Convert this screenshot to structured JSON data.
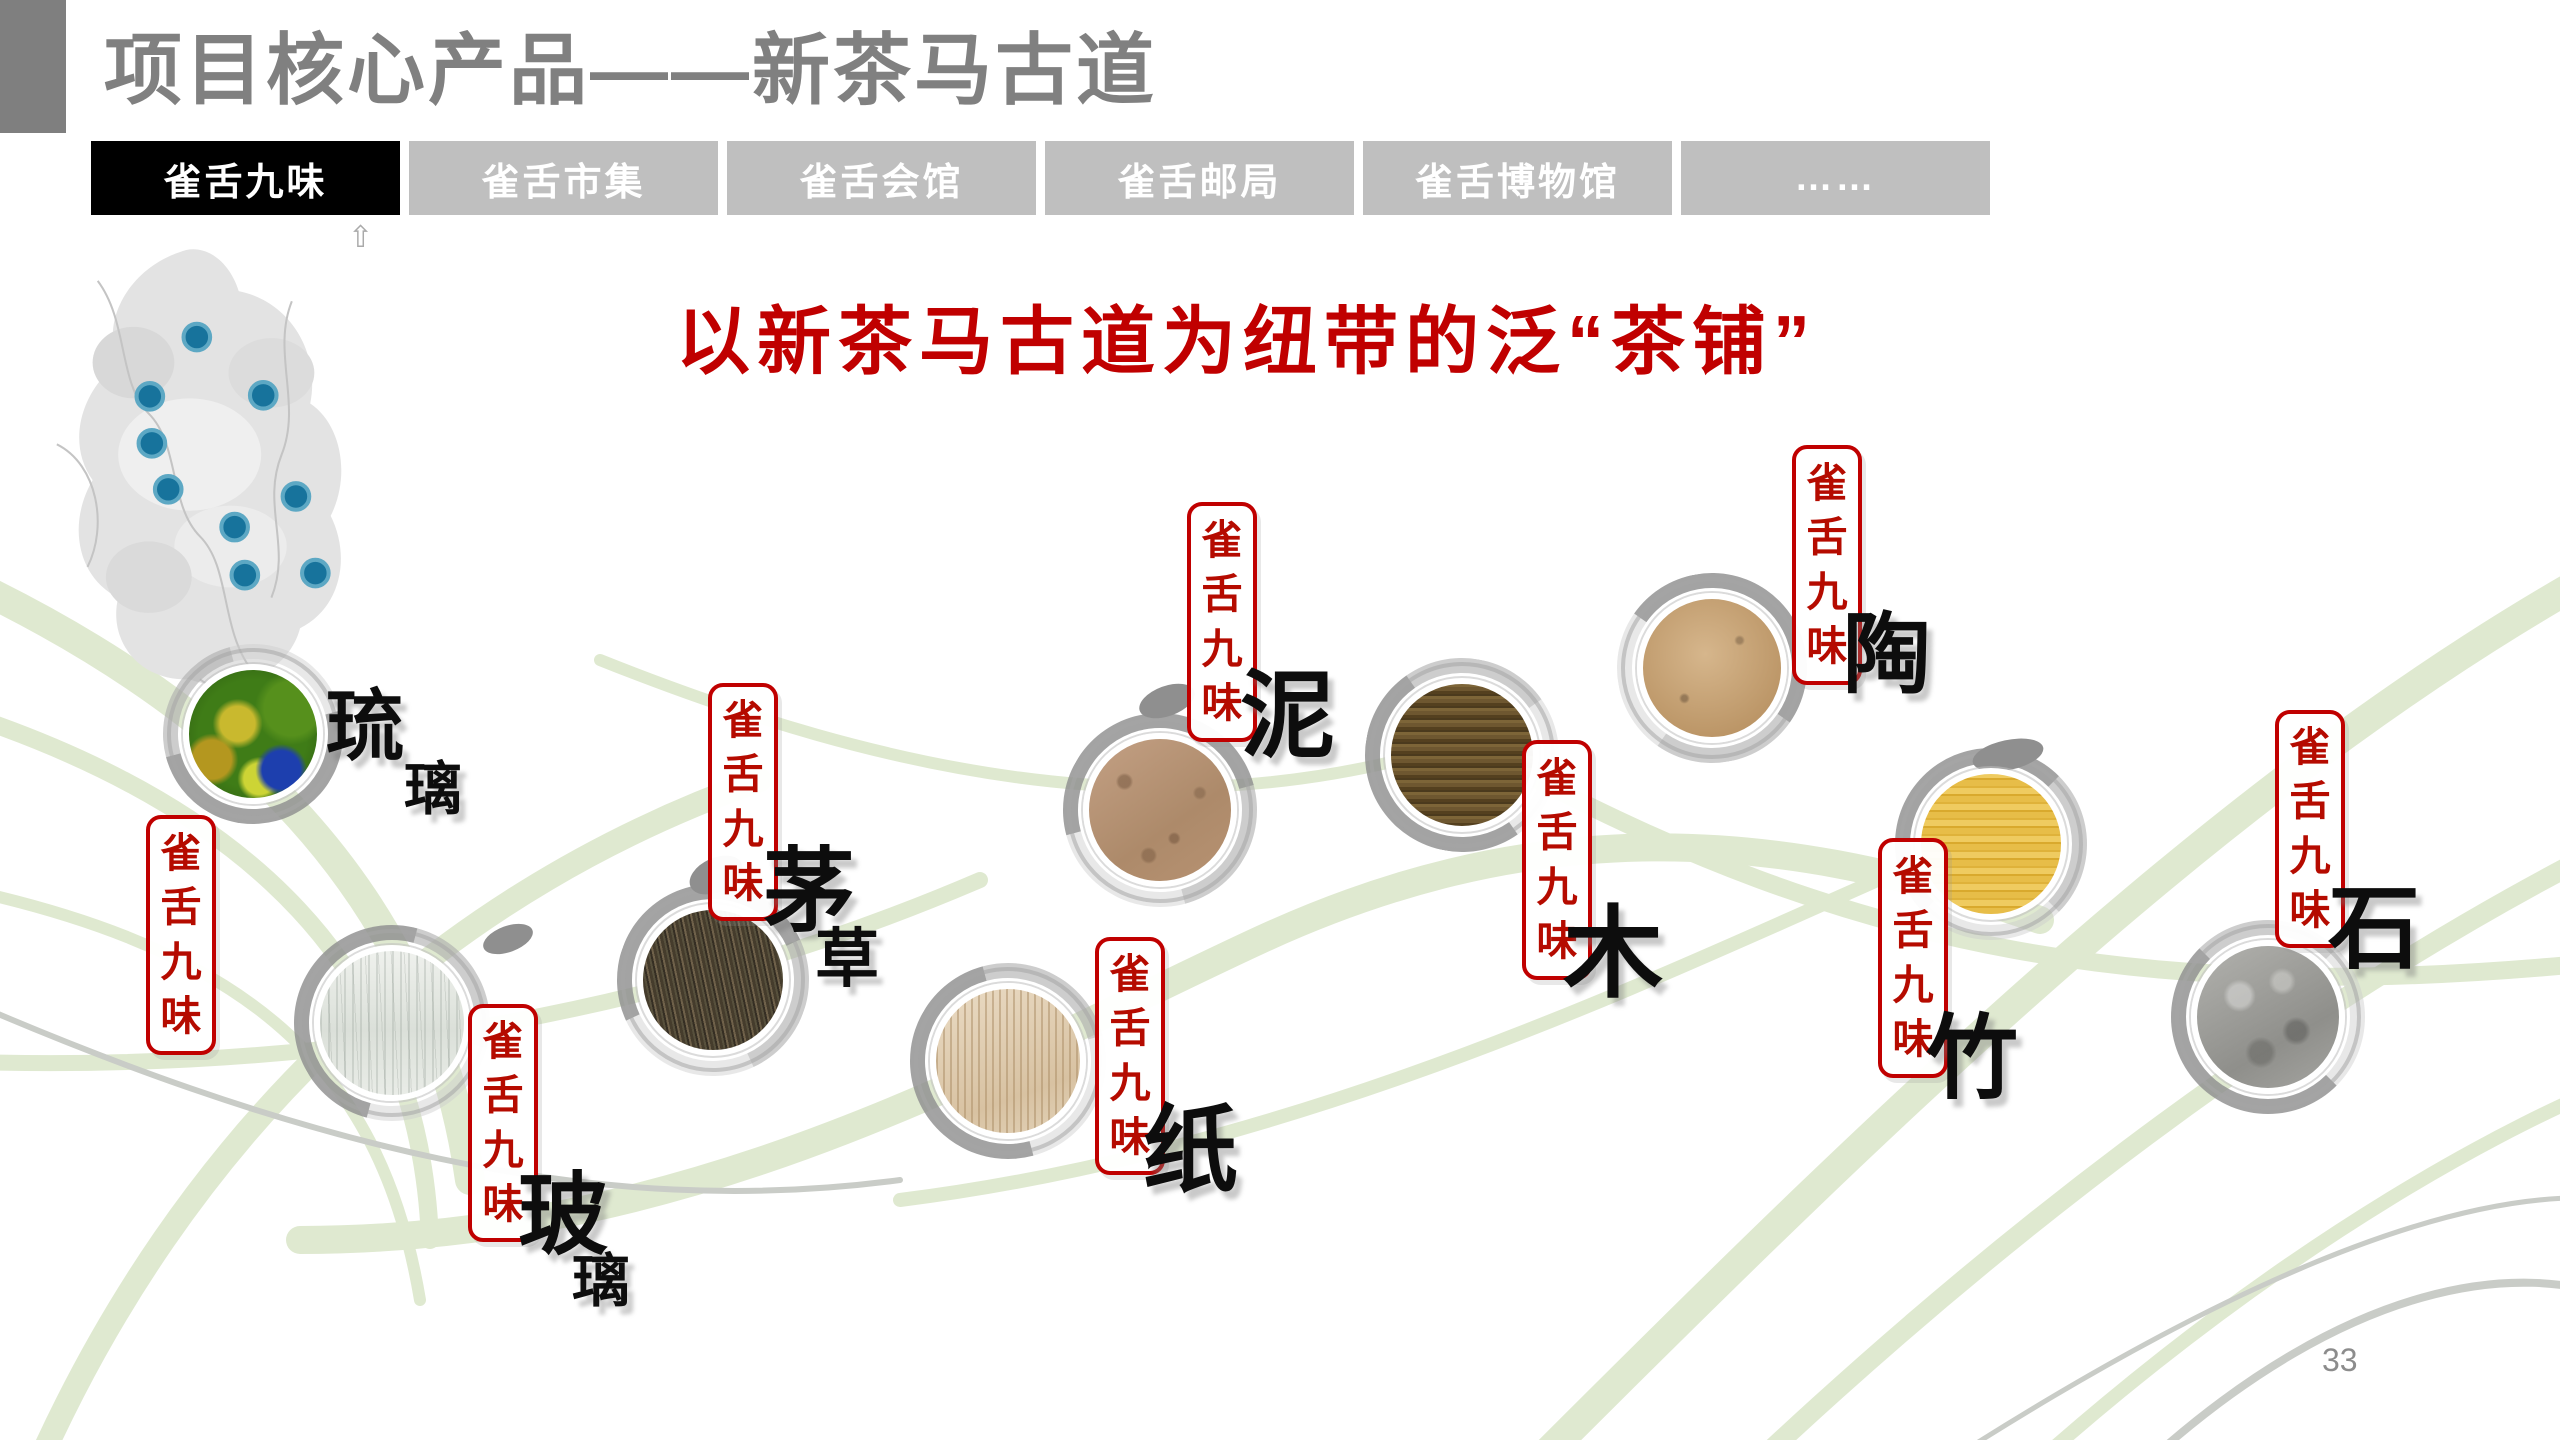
{
  "slide": {
    "title": "项目核心产品——新茶马古道",
    "heading": "以新茶马古道为纽带的泛“茶铺”",
    "page_number": "33"
  },
  "tabs": [
    {
      "label": "雀舌九味",
      "active": true
    },
    {
      "label": "雀舌市集",
      "active": false
    },
    {
      "label": "雀舌会馆",
      "active": false
    },
    {
      "label": "雀舌邮局",
      "active": false
    },
    {
      "label": "雀舌博物馆",
      "active": false
    },
    {
      "label": "……",
      "active": false
    }
  ],
  "icons": {
    "tab_pointer": "⇧"
  },
  "materials": [
    {
      "seal": "雀舌九味",
      "name": "琉璃"
    },
    {
      "seal": "雀舌九味",
      "name": "玻璃"
    },
    {
      "seal": "雀舌九味",
      "name": "茅草"
    },
    {
      "seal": "雀舌九味",
      "name": "纸"
    },
    {
      "seal": "雀舌九味",
      "name": "泥"
    },
    {
      "seal": "雀舌九味",
      "name": "木"
    },
    {
      "seal": "雀舌九味",
      "name": "陶"
    },
    {
      "seal": "雀舌九味",
      "name": "竹"
    },
    {
      "seal": "雀舌九味",
      "name": "石"
    }
  ],
  "map": {
    "markers": 9,
    "marker_color": "#17739c"
  },
  "colors": {
    "accent_red": "#c00000",
    "title_gray": "#808080",
    "tab_active_bg": "#000000",
    "tab_inactive_bg": "#bfbfbf",
    "ribbon_green": "#dfe9d0"
  }
}
